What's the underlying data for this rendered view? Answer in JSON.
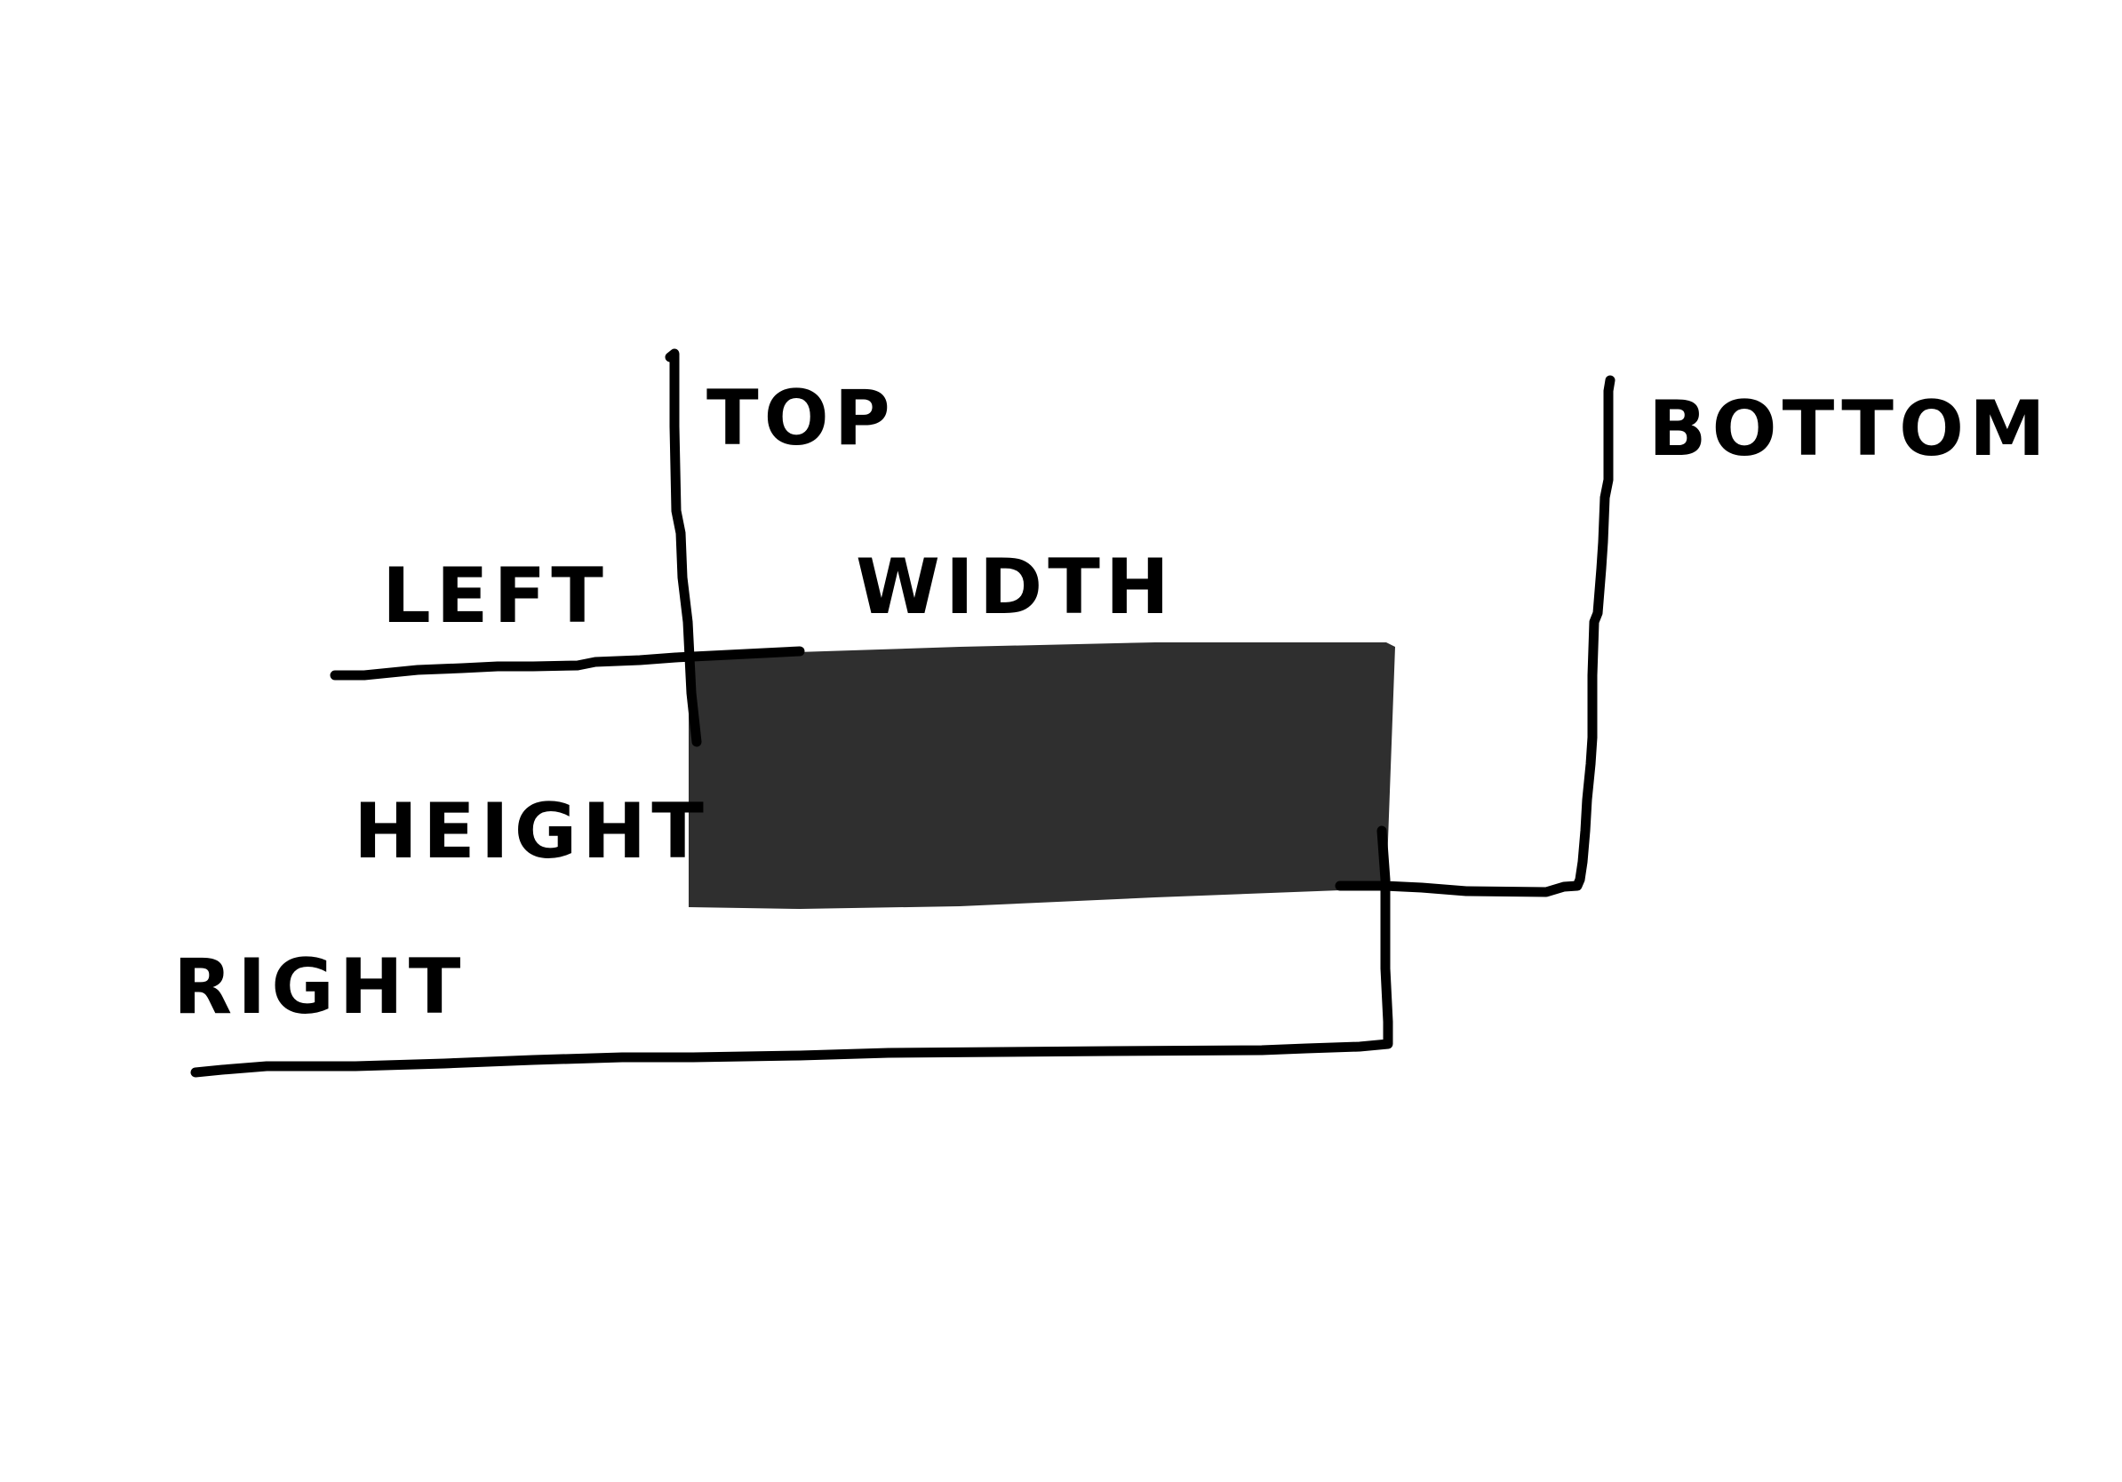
{
  "diagram": {
    "labels": {
      "top": "TOP",
      "bottom": "BOTTOM",
      "left": "LEFT",
      "width": "WIDTH",
      "height": "HEIGHT",
      "right": "RIGHT"
    },
    "colors": {
      "background": "#ffffff",
      "ink": "#000000",
      "box_fill": "#2f2f2f"
    }
  }
}
